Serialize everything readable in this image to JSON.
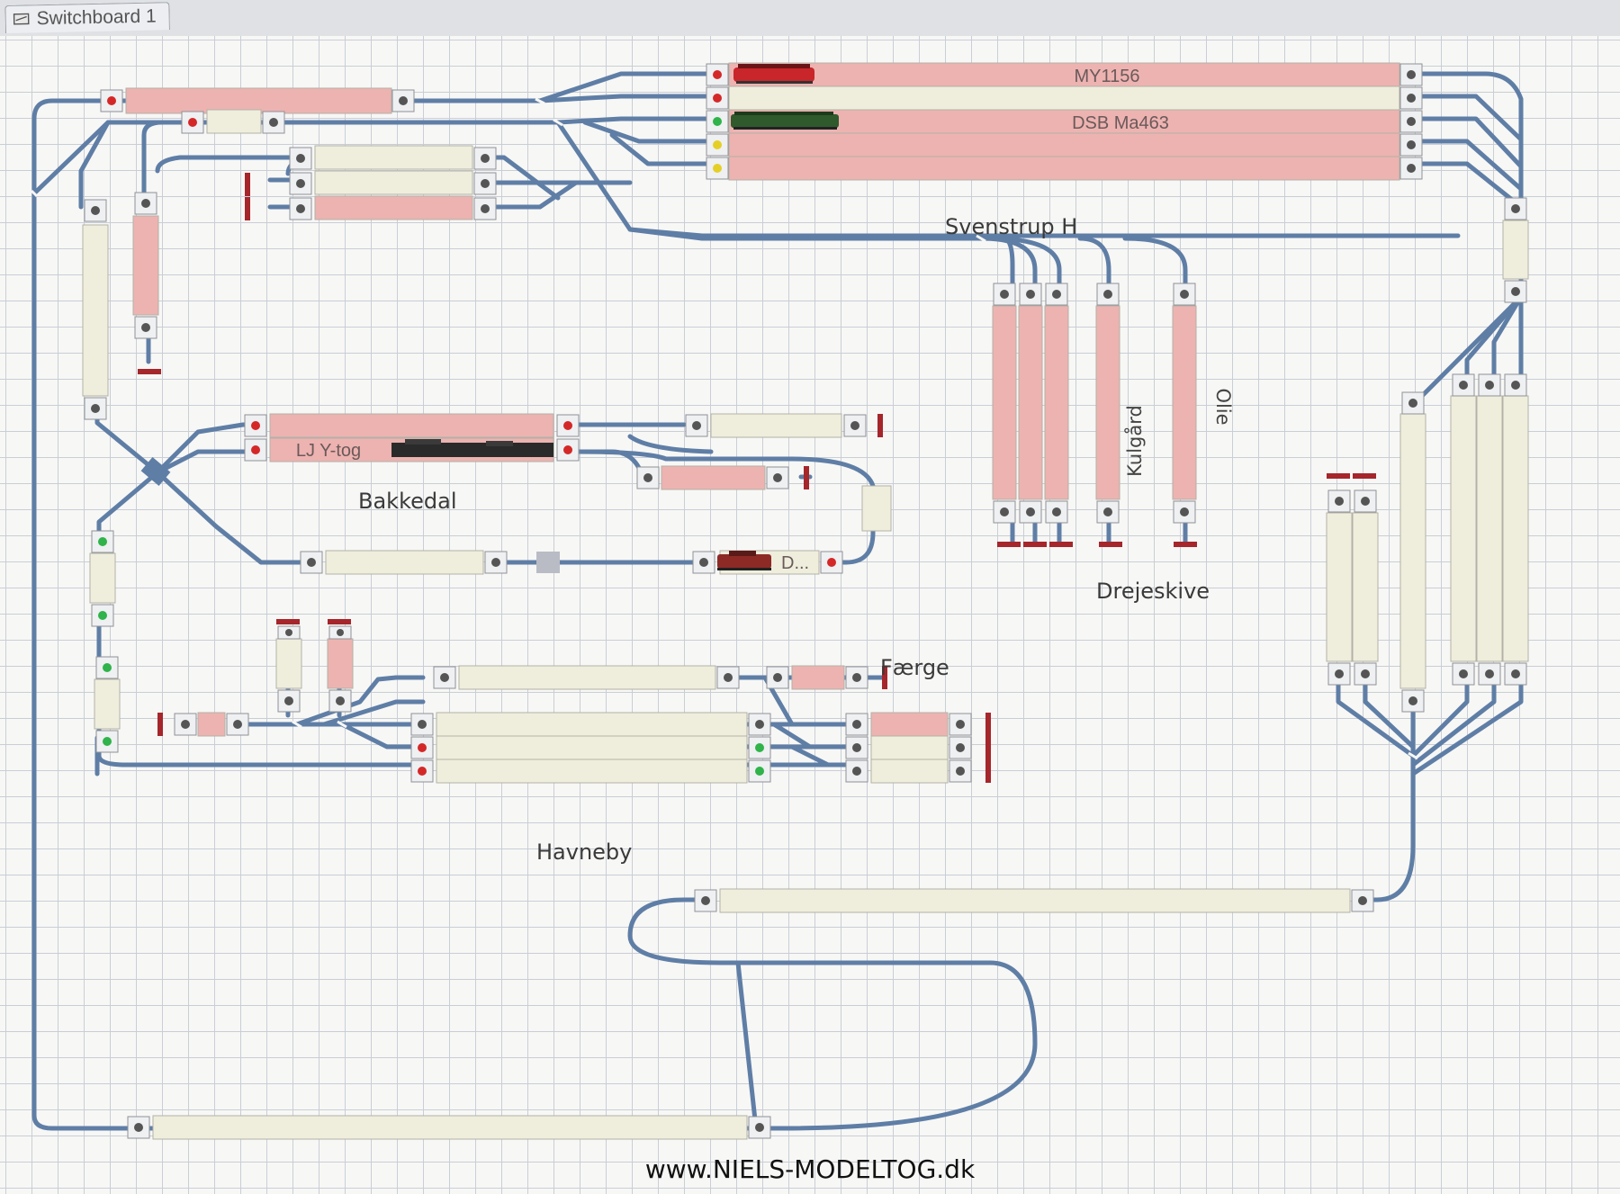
{
  "window": {
    "tab_title": "Switchboard 1"
  },
  "colors": {
    "track": "#5f7ea6",
    "block_free": "#efeedd",
    "block_occupied": "#edb3b1",
    "buffer": "#a5262b",
    "signal_red": "#d42828",
    "signal_green": "#2fb34a",
    "signal_yellow": "#e5cf26"
  },
  "areas": {
    "svenstrup": "Svenstrup H",
    "bakkedal": "Bakkedal",
    "drejeskive": "Drejeskive",
    "faerge": "Færge",
    "havneby": "Havneby",
    "kulgaard": "Kulgård",
    "olie": "Olie"
  },
  "trains": {
    "my1156": "MY1156",
    "dsb_ma463": "DSB Ma463",
    "lj_ytog": "LJ Y-tog",
    "d_short": "D..."
  },
  "footer": "www.NIELS-MODELTOG.dk"
}
